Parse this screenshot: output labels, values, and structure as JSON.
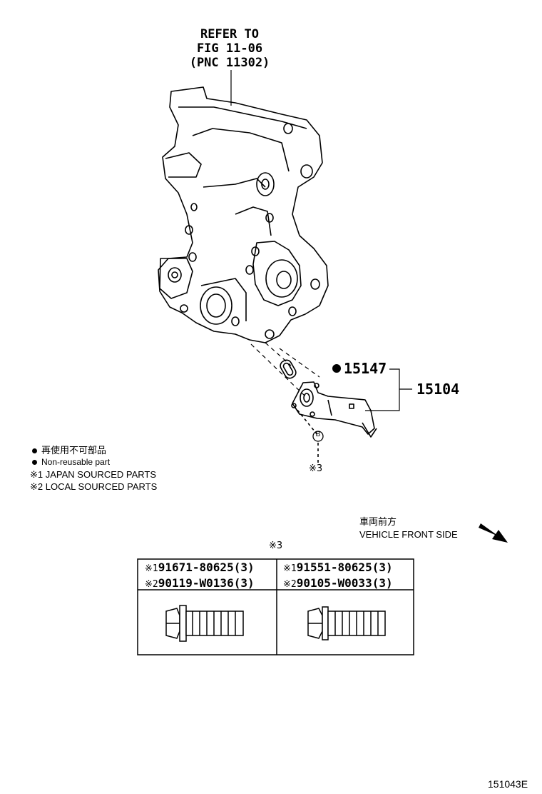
{
  "refer": {
    "line1": "REFER TO",
    "line2": "FIG 11-06",
    "line3": "(PNC 11302)"
  },
  "callouts": {
    "gasket": "15147",
    "strainer": "15104",
    "bolt_ref_mark": "※3",
    "bolt_letter": "B"
  },
  "legend": {
    "jp_nonreusable": "再使用不可部品",
    "en_nonreusable": "Non-reusable part",
    "japan_sourced": "※1 JAPAN SOURCED PARTS",
    "local_sourced": "※2 LOCAL SOURCED PARTS"
  },
  "front": {
    "jp": "車両前方",
    "en": "VEHICLE FRONT SIDE"
  },
  "bolt_table": {
    "header_mark": "※3",
    "columns": [
      {
        "mark1": "※1",
        "part1": "91671-80625(3)",
        "mark2": "※2",
        "part2": "90119-W0136(3)",
        "bolt_icon": "flange-bolt-with-washer-icon"
      },
      {
        "mark1": "※1",
        "part1": "91551-80625(3)",
        "mark2": "※2",
        "part2": "90105-W0033(3)",
        "bolt_icon": "flange-bolt-icon"
      }
    ]
  },
  "illustration_number": "151043E"
}
